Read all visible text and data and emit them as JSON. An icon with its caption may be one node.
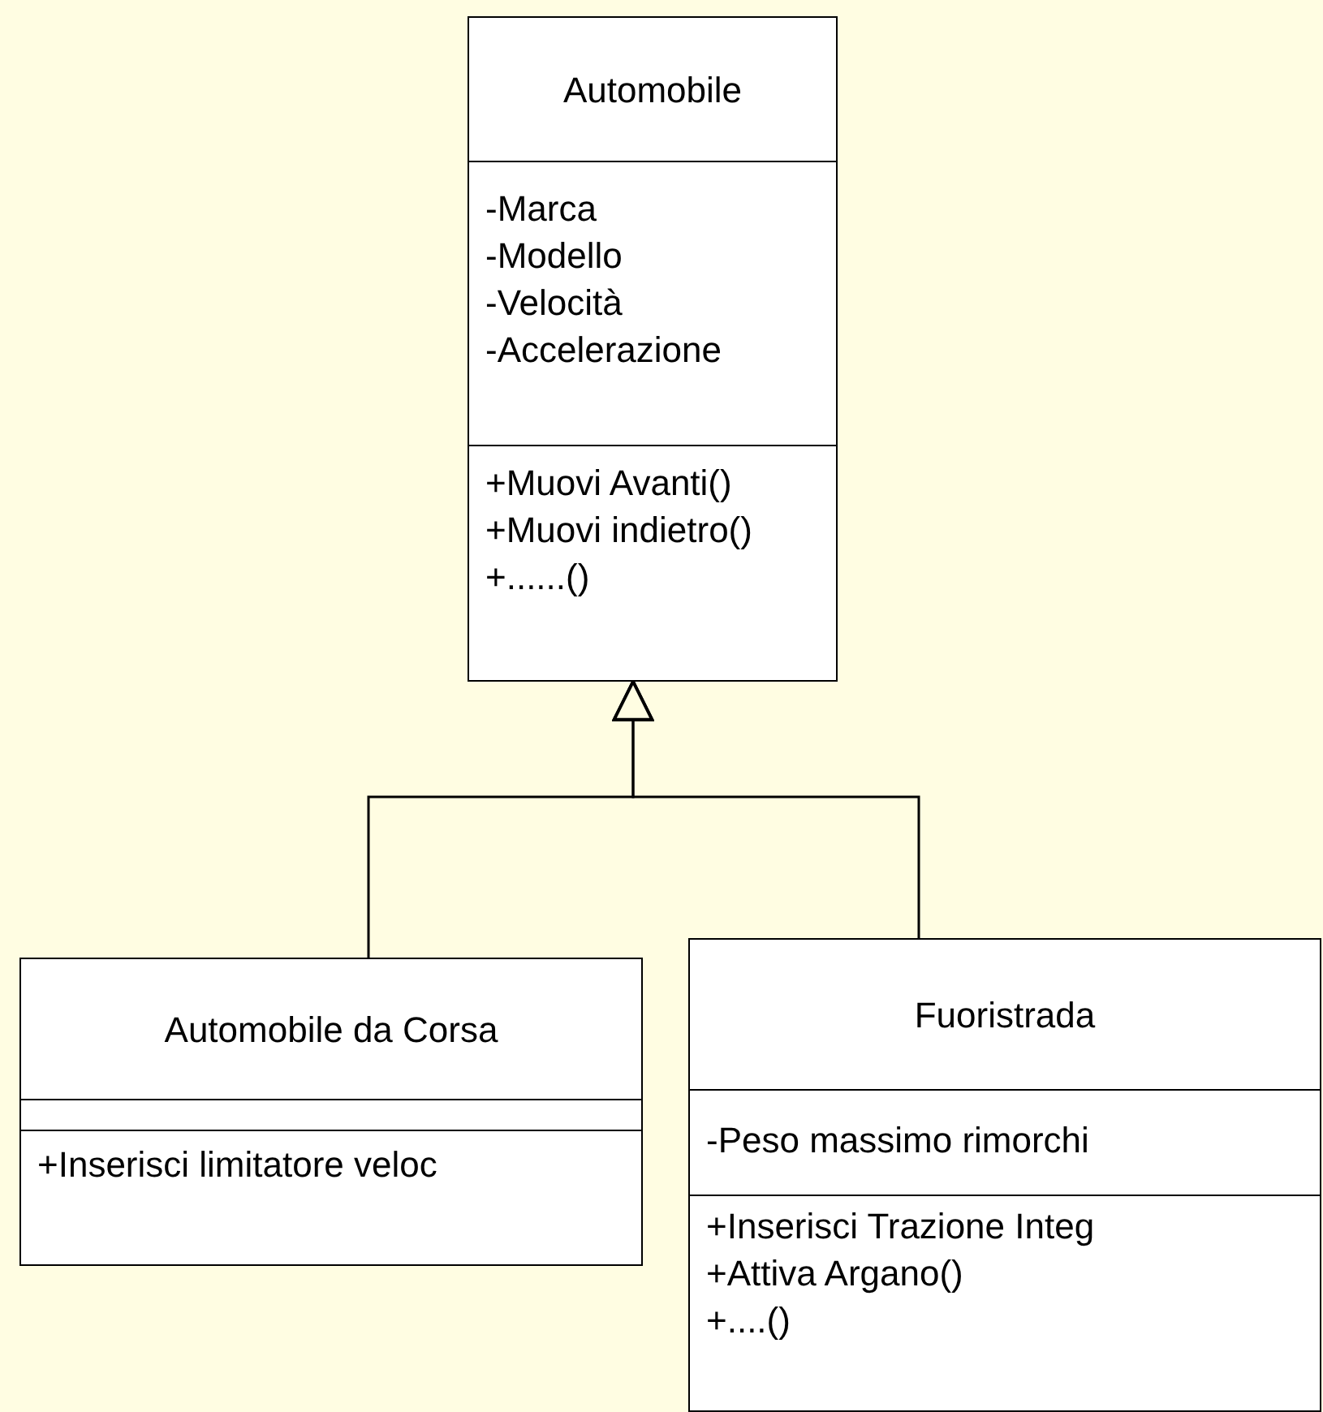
{
  "diagram": {
    "nodes": [
      {
        "text": [
          "Automobile",
          "-Marca",
          "-Modello",
          "-Velocità",
          "-Accelerazione",
          "+Muovi Avanti()",
          "+Muovi indietro()",
          "+......()"
        ]
      },
      {
        "text": [
          "Automobile da Corsa",
          "+Inserisci limitatore veloc"
        ]
      },
      {
        "text": [
          "Fuoristrada",
          "-Peso massimo rimorchi",
          "+Inserisci Trazione Integ",
          "+Attiva Argano()",
          "+....()"
        ]
      }
    ],
    "edges": [
      {
        "from": 1,
        "to": 0,
        "arrow": "to"
      },
      {
        "from": 2,
        "to": 0,
        "arrow": "to"
      }
    ]
  }
}
